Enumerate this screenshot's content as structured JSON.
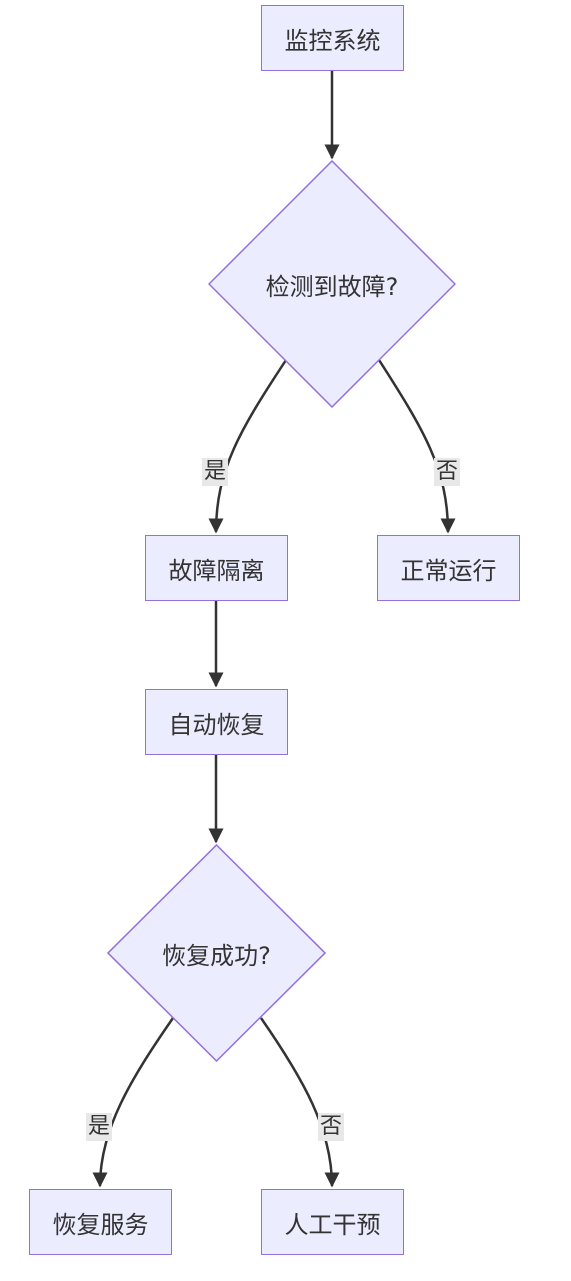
{
  "nodes": {
    "monitor": "监控系统",
    "detect": "检测到故障?",
    "isolate": "故障隔离",
    "normal": "正常运行",
    "auto_recover": "自动恢复",
    "recover_ok": "恢复成功?",
    "restore": "恢复服务",
    "manual": "人工干预"
  },
  "edges": {
    "yes_1": "是",
    "no_1": "否",
    "yes_2": "是",
    "no_2": "否"
  },
  "colors": {
    "node_fill": "#ECECFF",
    "node_stroke": "#9370DB",
    "edge": "#333333",
    "label_bg": "#E8E8E8"
  }
}
